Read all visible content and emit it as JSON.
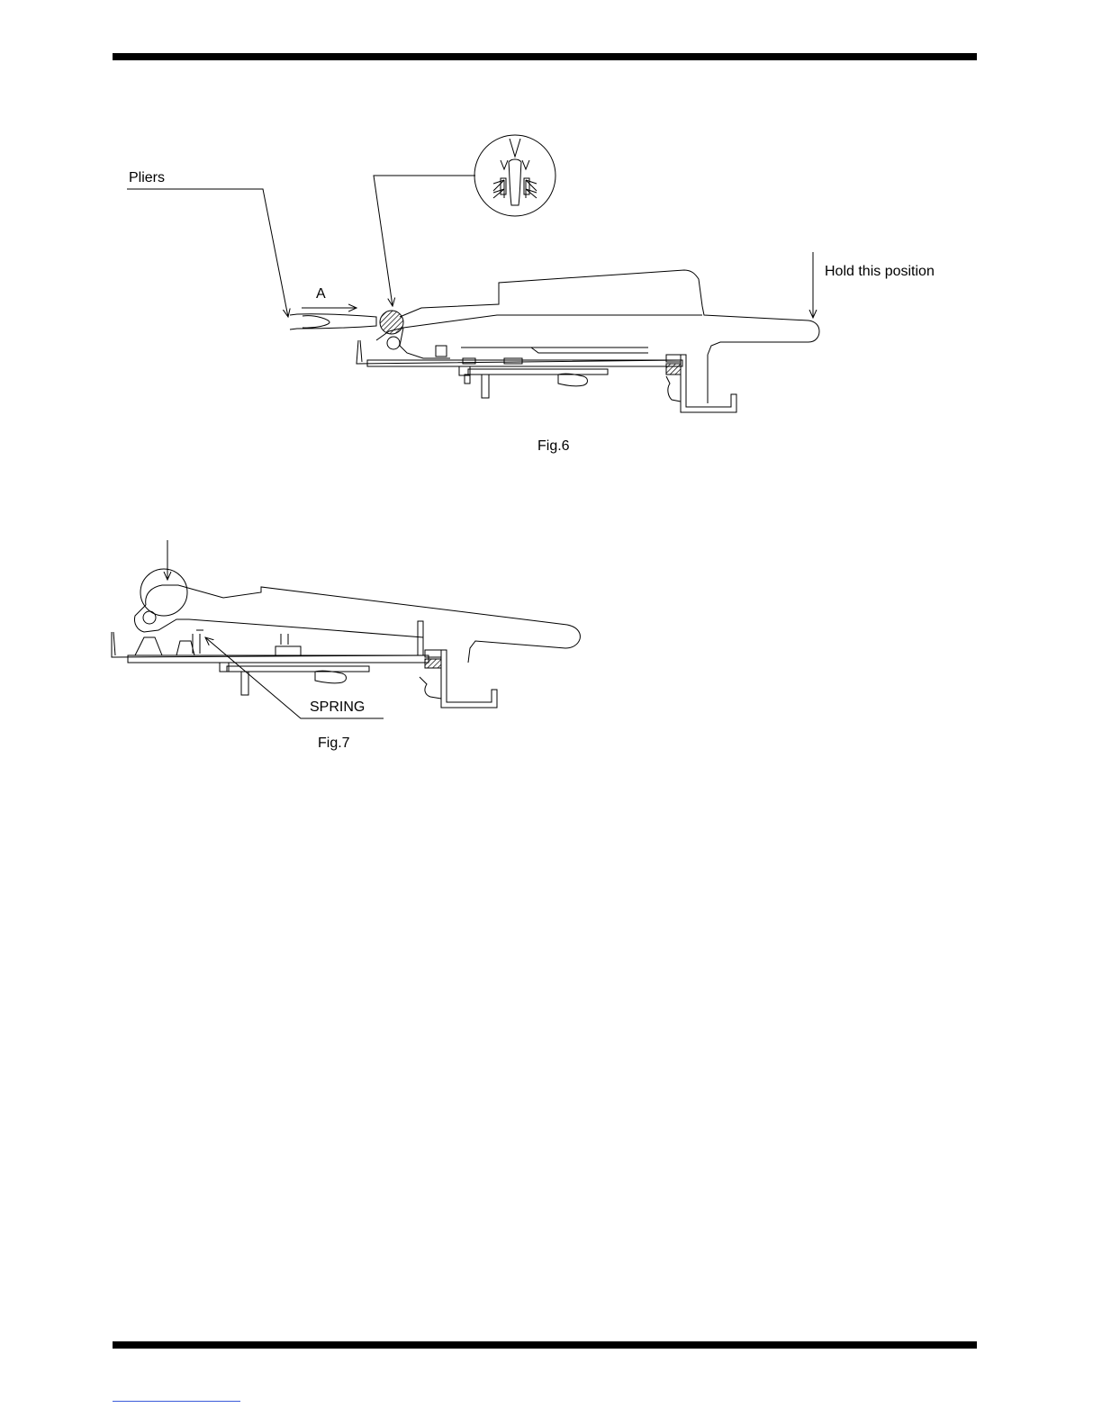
{
  "figures": [
    {
      "caption": "Fig.6",
      "labels": {
        "pliers": "Pliers",
        "direction": "A",
        "hold": "Hold this position"
      }
    },
    {
      "caption": "Fig.7",
      "labels": {
        "spring": "SPRING"
      }
    }
  ]
}
